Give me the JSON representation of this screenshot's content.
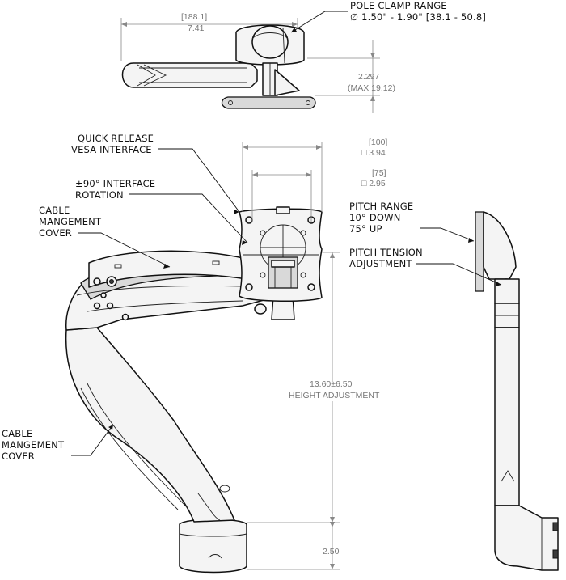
{
  "labels": {
    "pole_clamp_title": "POLE CLAMP RANGE",
    "pole_clamp_value": "∅ 1.50\" - 1.90\" [38.1 - 50.8]",
    "quick_release_1": "QUICK RELEASE",
    "quick_release_2": "VESA INTERFACE",
    "rotation_1": "±90° INTERFACE",
    "rotation_2": "ROTATION",
    "cable_cover_top_1": "CABLE",
    "cable_cover_top_2": "MANGEMENT",
    "cable_cover_top_3": "COVER",
    "cable_cover_bottom_1": "CABLE",
    "cable_cover_bottom_2": "MANGEMENT",
    "cable_cover_bottom_3": "COVER",
    "pitch_range_1": "PITCH RANGE",
    "pitch_range_2": "10° DOWN",
    "pitch_range_3": "75° UP",
    "pitch_tension_1": "PITCH TENSION",
    "pitch_tension_2": "ADJUSTMENT"
  },
  "dimensions": {
    "width_mm": "[188.1]",
    "width_in": "7.41",
    "clamp_height_in": "2.297",
    "clamp_height_max": "(MAX 19.12)",
    "vesa_100_mm": "[100]",
    "vesa_100_in": "□ 3.94",
    "vesa_75_mm": "[75]",
    "vesa_75_in": "□ 2.95",
    "height_adjust_value": "13.60±6.50",
    "height_adjust_label": "HEIGHT ADJUSTMENT",
    "base_height": "2.50"
  }
}
